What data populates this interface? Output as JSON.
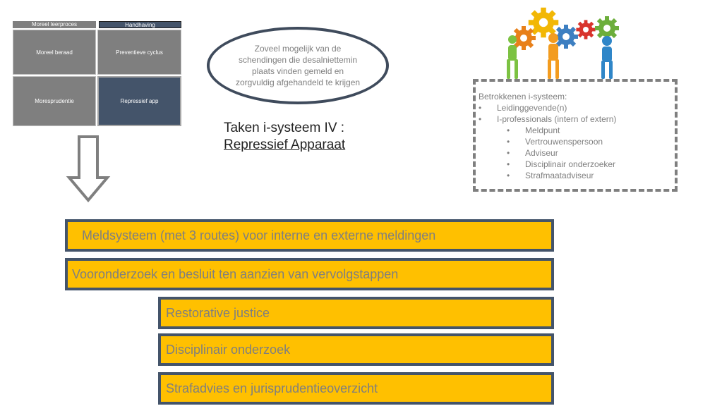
{
  "matrix": {
    "headers": [
      "Moreel leerproces",
      "Handhaving"
    ],
    "cells": [
      "Moreel beraad",
      "Preventieve cyclus",
      "Moresprudentie",
      "Repressief app"
    ]
  },
  "oval_text": "Zoveel mogelijk van de schendingen die desalniettemin plaats vinden gemeld en zorgvuldig afgehandeld te krijgen",
  "title": {
    "line1": "Taken i-systeem IV :",
    "line2": "Repressief Apparaat"
  },
  "betrokkenen": {
    "heading": "Betrokkenen i-systeem:",
    "items": [
      "Leidinggevende(n)",
      "I-professionals (intern of extern)"
    ],
    "sub_items": [
      "Meldpunt",
      "Vertrouwenspersoon",
      "Adviseur",
      "Disciplinair onderzoeker",
      "Strafmaatadviseur"
    ]
  },
  "steps": [
    "Meldsysteem (met 3 routes) voor interne en externe meldingen",
    "Vooronderzoek en besluit ten aanzien van vervolgstappen",
    "Restorative justice",
    "Disciplinair onderzoek",
    "Strafadvies en jurisprudentieoverzicht"
  ],
  "colors": {
    "bar_fill": "#ffc000",
    "bar_border": "#44546a",
    "matrix_grey": "#7f7f7f",
    "matrix_highlight": "#44546a",
    "text_grey": "#7f7f7f"
  },
  "icons": [
    "down-arrow-icon",
    "gears-teamwork-illustration"
  ]
}
